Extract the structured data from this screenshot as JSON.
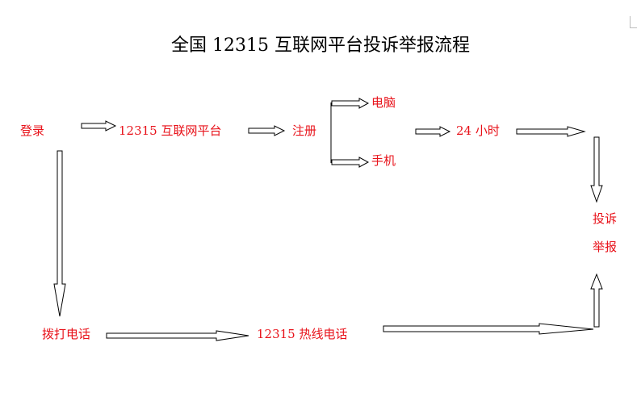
{
  "title": "全国 12315 互联网平台投诉举报流程",
  "colors": {
    "node_text": "#e8121a",
    "title_text": "#000000",
    "arrow": "#000000"
  },
  "nodes": {
    "login": "登录",
    "platform": "12315 互联网平台",
    "register": "注册",
    "computer": "电脑",
    "phone": "手机",
    "hours": "24 小时",
    "complaint_1": "投诉",
    "complaint_2": "举报",
    "dial": "拨打电话",
    "hotline": "12315 热线电话"
  },
  "edges": [
    {
      "from": "登录",
      "to": "12315 互联网平台"
    },
    {
      "from": "12315 互联网平台",
      "to": "注册"
    },
    {
      "from": "注册",
      "to": "电脑"
    },
    {
      "from": "注册",
      "to": "手机"
    },
    {
      "from": "电脑",
      "to": "24 小时"
    },
    {
      "from": "24 小时",
      "to": "投诉举报"
    },
    {
      "from": "登录",
      "to": "拨打电话"
    },
    {
      "from": "拨打电话",
      "to": "12315 热线电话"
    },
    {
      "from": "12315 热线电话",
      "to": "投诉举报"
    }
  ]
}
